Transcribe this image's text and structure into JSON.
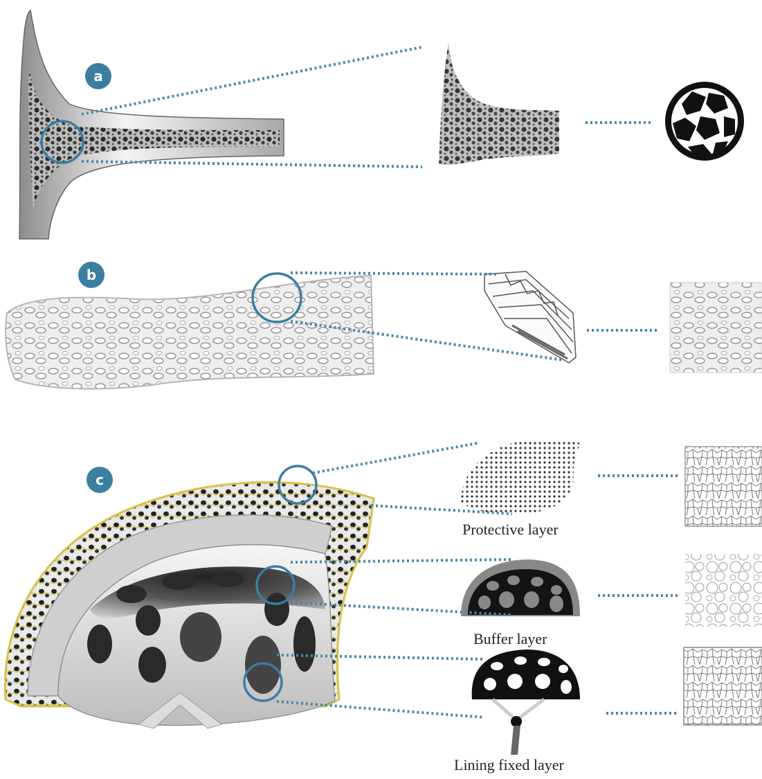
{
  "panels": {
    "a": {
      "badge": "a"
    },
    "b": {
      "badge": "b"
    },
    "c": {
      "badge": "c",
      "captions": {
        "protective": "Protective layer",
        "buffer": "Buffer layer",
        "lining": "Lining fixed layer"
      }
    }
  },
  "colors": {
    "badge": "#3a7ea0",
    "callout_circle": "#3a7ea0",
    "dotted_line": "#4a86a6",
    "helmet_outline": "#d8c24a"
  }
}
